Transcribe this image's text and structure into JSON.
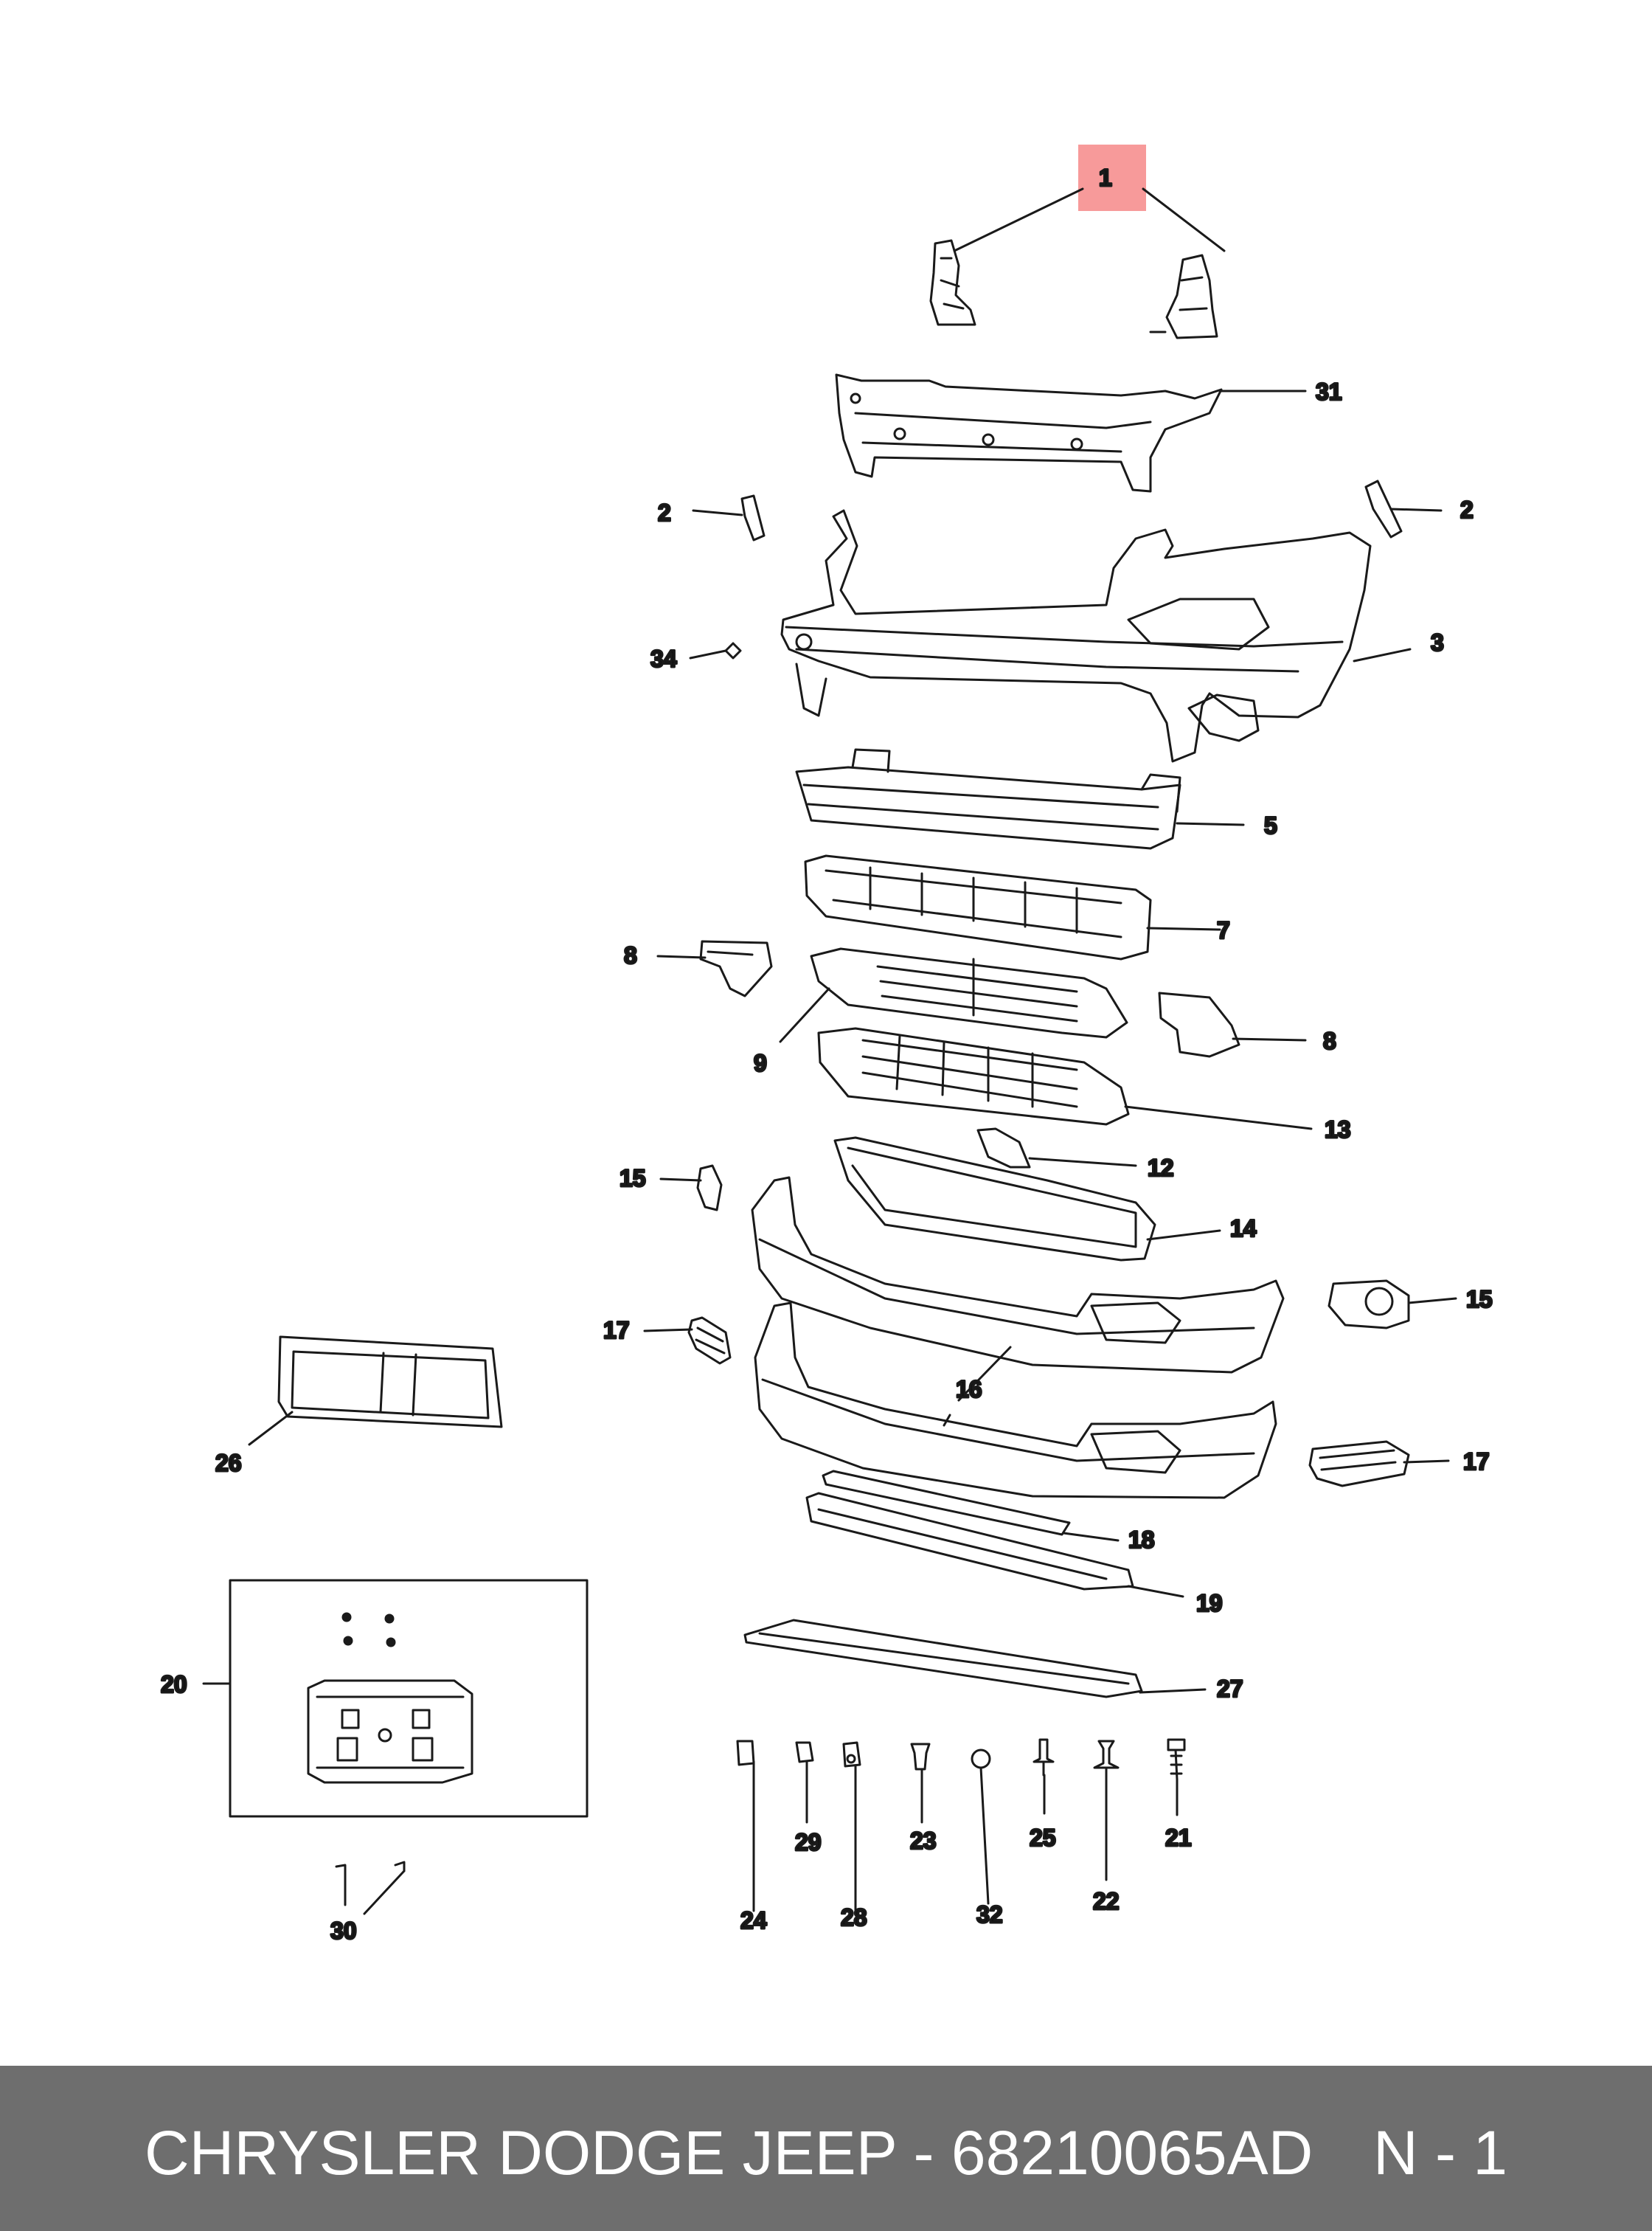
{
  "highlight_color": "#f79a9a",
  "callouts": {
    "c1": "1",
    "c2a": "2",
    "c2b": "2",
    "c3": "3",
    "c5": "5",
    "c7": "7",
    "c8a": "8",
    "c8b": "8",
    "c9": "9",
    "c12": "12",
    "c13": "13",
    "c14": "14",
    "c15a": "15",
    "c15b": "15",
    "c16": "16",
    "c17a": "17",
    "c17b": "17",
    "c18": "18",
    "c19": "19",
    "c20": "20",
    "c21": "21",
    "c22": "22",
    "c23": "23",
    "c24": "24",
    "c25": "25",
    "c26": "26",
    "c27": "27",
    "c28": "28",
    "c29": "29",
    "c30": "30",
    "c31": "31",
    "c32": "32",
    "c34": "34"
  },
  "footer": {
    "brand_part": "CHRYSLER DODGE JEEP - 68210065AD",
    "page": "N - 1"
  }
}
